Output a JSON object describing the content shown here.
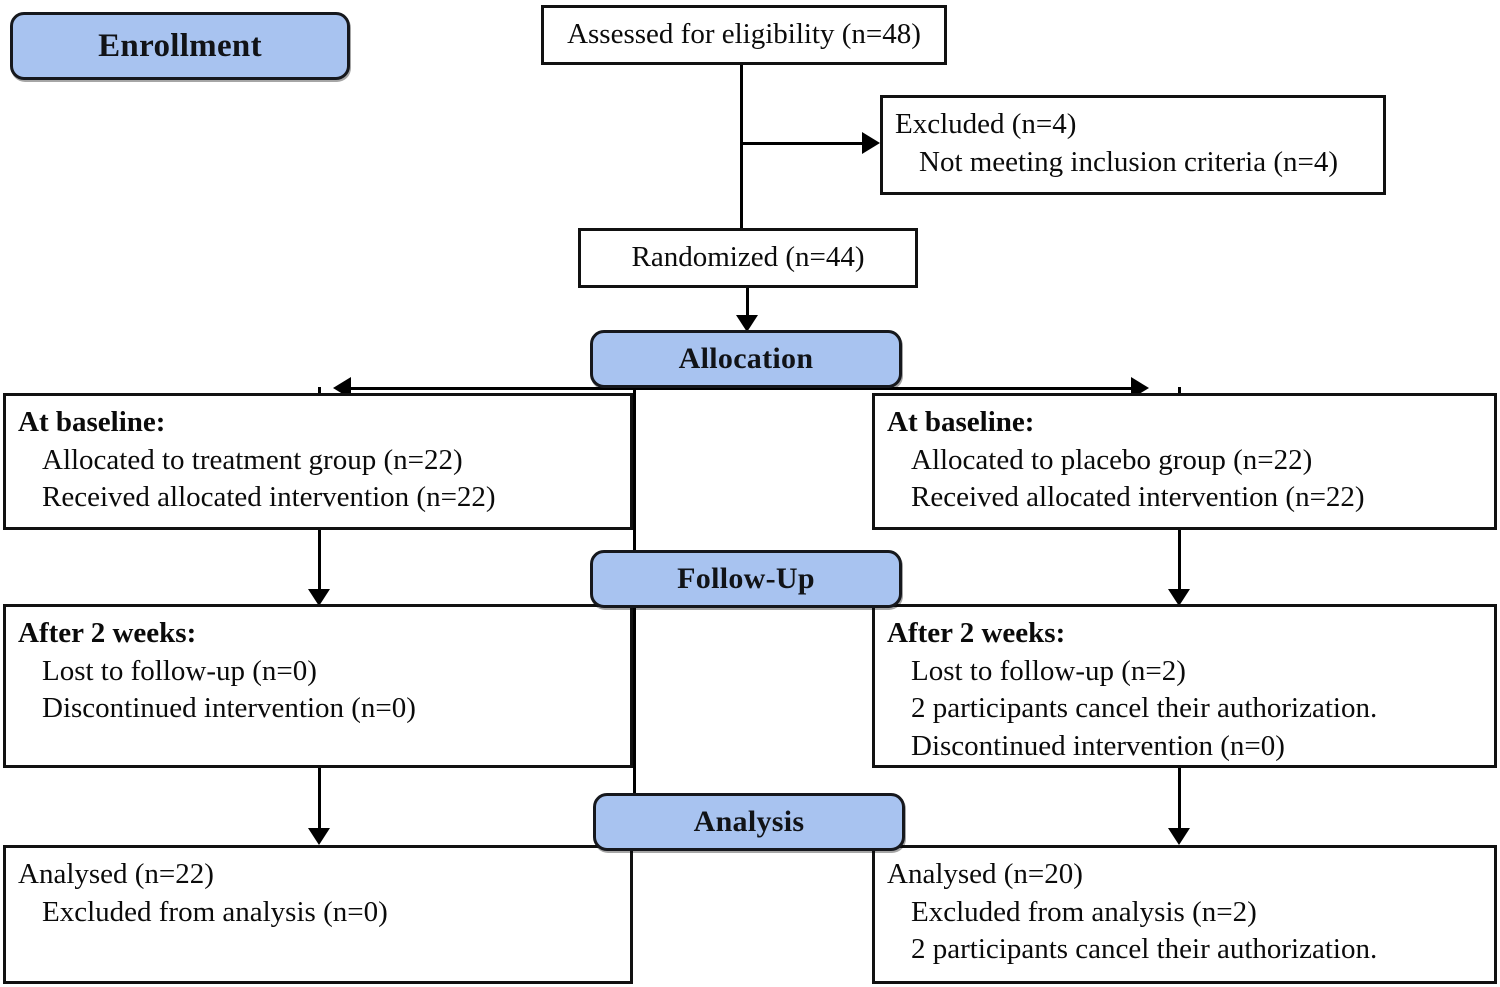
{
  "diagram": {
    "type": "consort-flow-diagram",
    "title": "CONSORT participant flow diagram",
    "accent_color": "#a8c3f0",
    "border_color": "#111111",
    "background_color": "#ffffff"
  },
  "stages": [
    {
      "id": "enrollment",
      "label": "Enrollment"
    },
    {
      "id": "allocation",
      "label": "Allocation"
    },
    {
      "id": "followup",
      "label": "Follow-Up"
    },
    {
      "id": "analysis",
      "label": "Analysis"
    }
  ],
  "nodes": {
    "assessed": {
      "lines": [
        {
          "text": "Assessed for eligibility  (n=48)",
          "bold": false,
          "indent": false
        }
      ]
    },
    "excluded": {
      "lines": [
        {
          "text": "Excluded (n=4)",
          "bold": false,
          "indent": false
        },
        {
          "text": "Not meeting inclusion  criteria (n=4)",
          "bold": false,
          "indent": true
        }
      ]
    },
    "randomized": {
      "lines": [
        {
          "text": "Randomized (n=44)",
          "bold": false,
          "indent": false
        }
      ]
    },
    "allocation_left": {
      "lines": [
        {
          "text": "At baseline:",
          "bold": true,
          "indent": false
        },
        {
          "text": "Allocated to treatment group (n=22)",
          "bold": false,
          "indent": true
        },
        {
          "text": "Received allocated intervention  (n=22)",
          "bold": false,
          "indent": true
        }
      ]
    },
    "allocation_right": {
      "lines": [
        {
          "text": "At baseline:",
          "bold": true,
          "indent": false
        },
        {
          "text": "Allocated to placebo group (n=22)",
          "bold": false,
          "indent": true
        },
        {
          "text": "Received allocated intervention  (n=22)",
          "bold": false,
          "indent": true
        }
      ]
    },
    "followup_left": {
      "lines": [
        {
          "text": "After 2 weeks:",
          "bold": true,
          "indent": false
        },
        {
          "text": "Lost to follow-up (n=0)",
          "bold": false,
          "indent": true
        },
        {
          "text": "Discontinued intervention  (n=0)",
          "bold": false,
          "indent": true
        }
      ]
    },
    "followup_right": {
      "lines": [
        {
          "text": "After 2 weeks:",
          "bold": true,
          "indent": false
        },
        {
          "text": "Lost to follow-up (n=2)",
          "bold": false,
          "indent": true
        },
        {
          "text": "2 participants cancel their authorization.",
          "bold": false,
          "indent": true
        },
        {
          "text": "Discontinued  intervention  (n=0)",
          "bold": false,
          "indent": true
        }
      ]
    },
    "analysis_left": {
      "lines": [
        {
          "text": "Analysed  (n=22)",
          "bold": false,
          "indent": false
        },
        {
          "text": "Excluded from analysis (n=0)",
          "bold": false,
          "indent": true
        }
      ]
    },
    "analysis_right": {
      "lines": [
        {
          "text": "Analysed  (n=20)",
          "bold": false,
          "indent": false
        },
        {
          "text": "Excluded from analysis (n=2)",
          "bold": false,
          "indent": true
        },
        {
          "text": "2 participants cancel their authorization.",
          "bold": false,
          "indent": true
        }
      ]
    }
  },
  "counts": {
    "assessed_for_eligibility": 48,
    "excluded_total": 4,
    "excluded_not_meeting_inclusion_criteria": 4,
    "randomized": 44,
    "treatment_allocated": 22,
    "treatment_received_intervention": 22,
    "placebo_allocated": 22,
    "placebo_received_intervention": 22,
    "treatment_lost_to_followup": 0,
    "treatment_discontinued": 0,
    "placebo_lost_to_followup": 2,
    "placebo_discontinued": 0,
    "treatment_analysed": 22,
    "treatment_excluded_from_analysis": 0,
    "placebo_analysed": 20,
    "placebo_excluded_from_analysis": 2
  }
}
